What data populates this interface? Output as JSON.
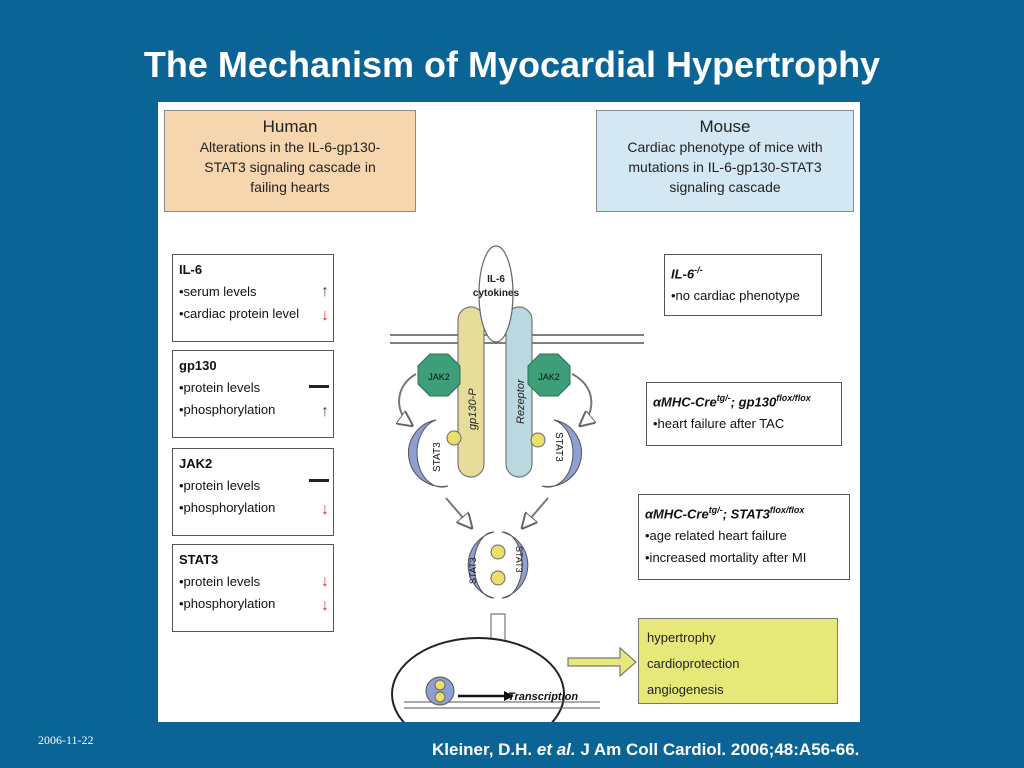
{
  "slide": {
    "title": "The Mechanism of Myocardial Hypertrophy",
    "date": "2006-11-22",
    "citation": {
      "authors": "Kleiner, D.H.",
      "etal": "et al.",
      "journal": "J Am Coll Cardiol. 2006;48:A56-66."
    }
  },
  "human_header": {
    "title": "Human",
    "lines": [
      "Alterations in the IL-6-gp130-",
      "STAT3 signaling cascade in",
      "failing hearts"
    ]
  },
  "mouse_header": {
    "title": "Mouse",
    "lines": [
      "Cardiac phenotype of mice with",
      "mutations in IL-6-gp130-STAT3",
      "signaling cascade"
    ]
  },
  "left_boxes": [
    {
      "title": "IL-6",
      "items": [
        {
          "text": "•serum levels",
          "trend": "up"
        },
        {
          "text": "•cardiac protein level",
          "trend": "down"
        }
      ]
    },
    {
      "title": "gp130",
      "items": [
        {
          "text": "•protein levels",
          "trend": "none"
        },
        {
          "text": "•phosphorylation",
          "trend": "up"
        }
      ]
    },
    {
      "title": "JAK2",
      "items": [
        {
          "text": "•protein levels",
          "trend": "none"
        },
        {
          "text": "•phosphorylation",
          "trend": "down"
        }
      ]
    },
    {
      "title": "STAT3",
      "items": [
        {
          "text": "•protein levels",
          "trend": "down"
        },
        {
          "text": "•phosphorylation",
          "trend": "down"
        }
      ]
    }
  ],
  "trend_colors": {
    "up": "#444444",
    "down": "#d0302a"
  },
  "right_boxes": [
    {
      "title": "IL-6",
      "sup": "-/-",
      "title2": "",
      "sup2": "",
      "items": [
        "•no cardiac phenotype"
      ]
    },
    {
      "title": "αMHC-Cre",
      "sup": "tg/-",
      "title2": "; gp130",
      "sup2": "flox/flox",
      "items": [
        "•heart failure after TAC"
      ]
    },
    {
      "title": "αMHC-Cre",
      "sup": "tg/-",
      "title2": "; STAT3",
      "sup2": "flox/flox",
      "items": [
        "•age related heart failure",
        "•increased mortality after MI"
      ]
    }
  ],
  "diagram": {
    "cytokine_label": [
      "IL-6",
      "cytokines"
    ],
    "receptor_left": "gp130-P",
    "receptor_right": "Rezeptor",
    "jak_label": "JAK2",
    "stat_label": "STAT3",
    "transcription_label": "Transcription",
    "colors": {
      "gp130": "#e6dd9a",
      "rezeptor": "#b9d8e0",
      "jak2": "#3f9e7a",
      "stat3": "#8f9fd3",
      "header_human": "#f6d6ae",
      "header_mouse": "#d3e8f3"
    }
  },
  "outcomes": [
    "hypertrophy",
    "cardioprotection",
    "angiogenesis"
  ]
}
